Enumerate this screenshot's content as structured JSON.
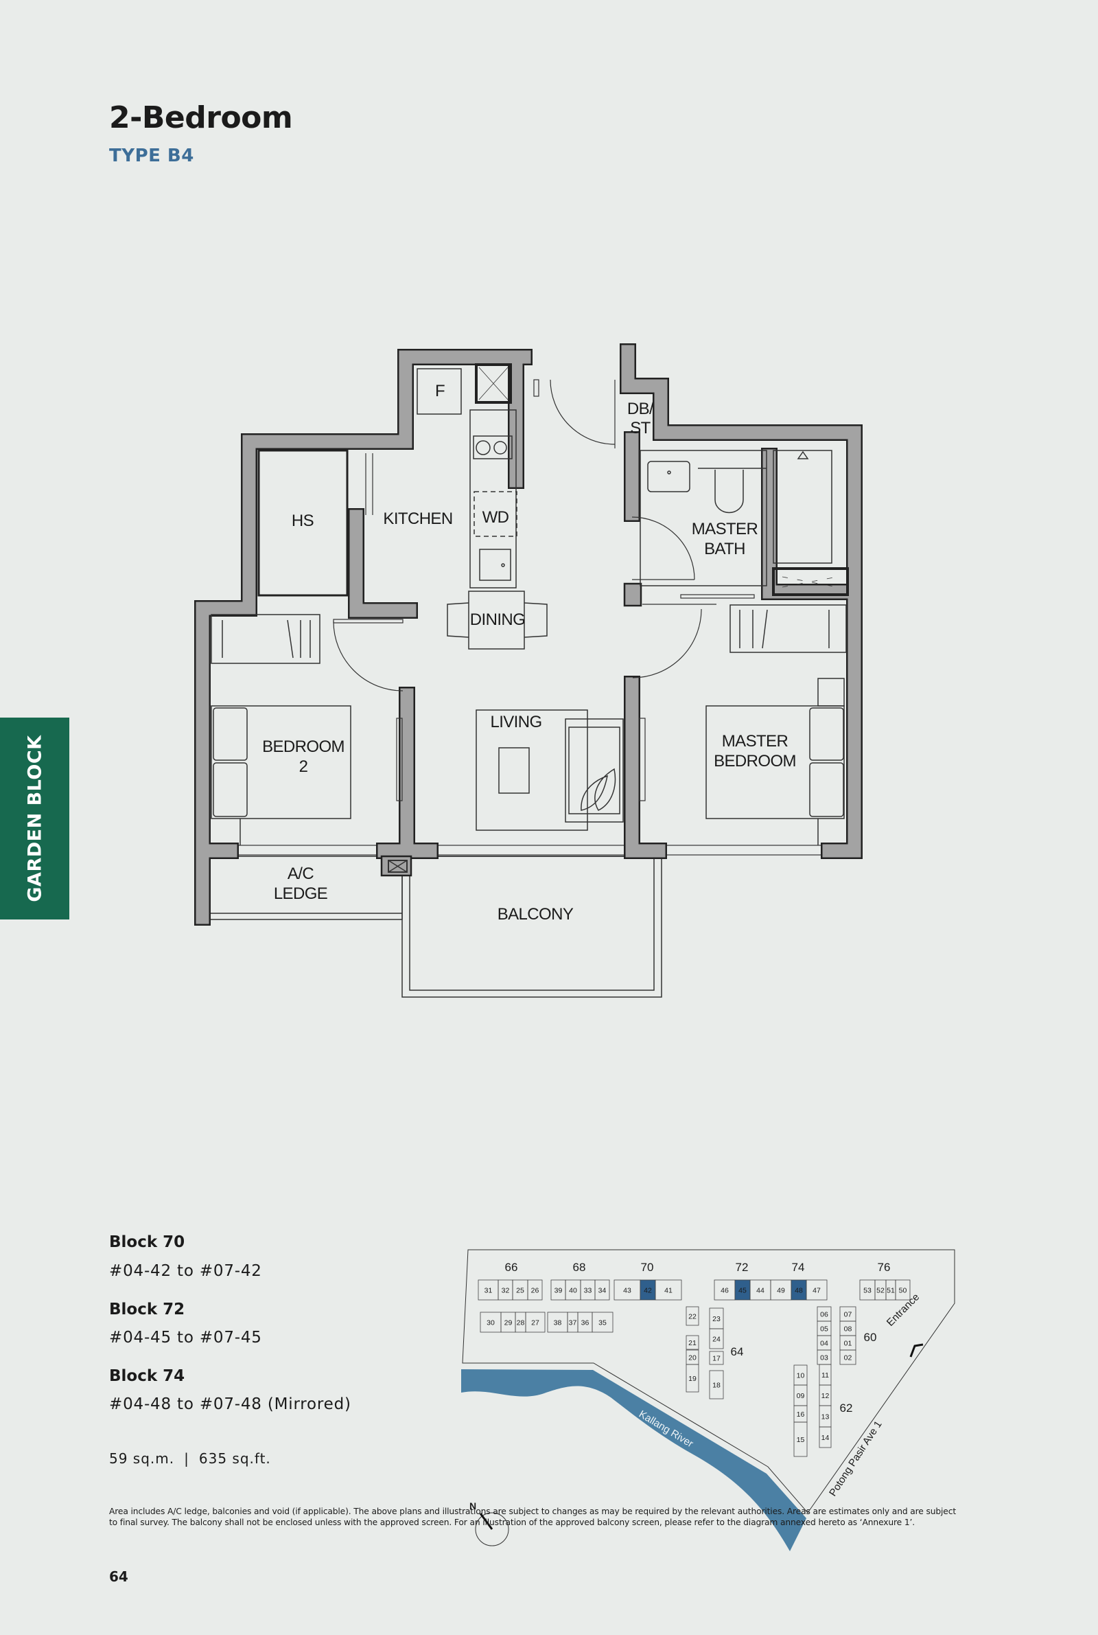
{
  "header": {
    "title": "2-Bedroom",
    "type": "TYPE B4"
  },
  "side_tab": "GARDEN BLOCK",
  "floor_plan": {
    "rooms": {
      "fridge": "F",
      "hs": "HS",
      "kitchen": "KITCHEN",
      "wd": "WD",
      "dining": "DINING",
      "db_st_1": "DB/",
      "db_st_2": "ST",
      "master_bath_1": "MASTER",
      "master_bath_2": "BATH",
      "bedroom2_1": "BEDROOM",
      "bedroom2_2": "2",
      "living": "LIVING",
      "master_bedroom_1": "MASTER",
      "master_bedroom_2": "BEDROOM",
      "ac_ledge_1": "A/C",
      "ac_ledge_2": "LEDGE",
      "balcony": "BALCONY"
    }
  },
  "units": [
    {
      "block": "Block 70",
      "range": "#04-42 to #07-42"
    },
    {
      "block": "Block 72",
      "range": "#04-45 to #07-45"
    },
    {
      "block": "Block 74",
      "range": "#04-48 to #07-48 (Mirrored)"
    }
  ],
  "area": {
    "sqm": "59 sq.m.",
    "sep": "|",
    "sqft": "635 sq.ft."
  },
  "site_plan": {
    "blocks": [
      {
        "label": "66",
        "units": [
          "31",
          "32",
          "25",
          "26",
          "30",
          "29",
          "28",
          "27"
        ]
      },
      {
        "label": "68",
        "units": [
          "39",
          "40",
          "33",
          "34",
          "38",
          "37",
          "36",
          "35"
        ]
      },
      {
        "label": "70",
        "units": [
          "43",
          "42",
          "41"
        ]
      },
      {
        "label": "72",
        "units": [
          "46",
          "45",
          "44"
        ]
      },
      {
        "label": "74",
        "units": [
          "49",
          "48",
          "47"
        ]
      },
      {
        "label": "76",
        "units": [
          "53",
          "52",
          "51",
          "50"
        ]
      },
      {
        "label": "64",
        "units": [
          "22",
          "21",
          "20",
          "19",
          "23",
          "24",
          "17",
          "18"
        ]
      },
      {
        "label": "60",
        "units": [
          "06",
          "05",
          "04",
          "03",
          "07",
          "08",
          "01",
          "02"
        ]
      },
      {
        "label": "62",
        "units": [
          "10",
          "09",
          "16",
          "15",
          "11",
          "12",
          "13",
          "14"
        ]
      }
    ],
    "highlighted": [
      "42",
      "45",
      "48"
    ],
    "river": "Kallang River",
    "road": "Potong Pasir Ave 1",
    "entrance": "Entrance",
    "north": "N",
    "colors": {
      "highlight": "#2f5f8c",
      "river": "#4b80a4"
    }
  },
  "disclaimer": "Area includes A/C ledge, balconies and void (if applicable). The above plans and illustrations are subject to changes as may be required by the relevant authorities. Areas are estimates only and are subject to final survey. The balcony shall not be enclosed unless with the approved screen. For an illustration of the approved balcony screen, please refer to the diagram annexed hereto as ‘Annexure 1’.",
  "page_number": "64"
}
